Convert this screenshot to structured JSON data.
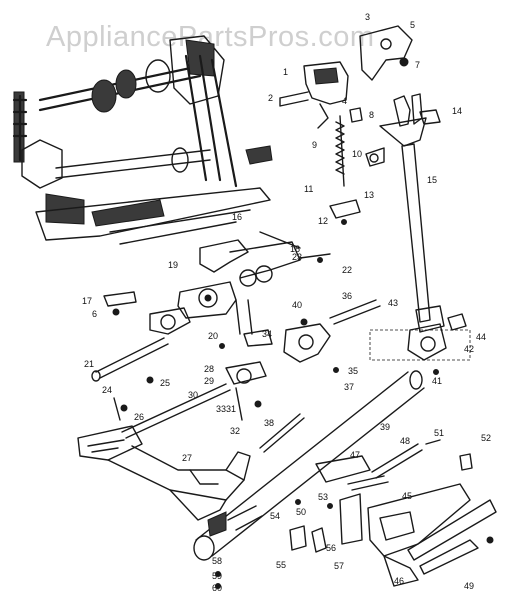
{
  "watermark": "AppliancePartsPros.com",
  "labels": [
    "1",
    "2",
    "3",
    "4",
    "5",
    "6",
    "7",
    "8",
    "9",
    "10",
    "11",
    "12",
    "13",
    "14",
    "15",
    "16",
    "17",
    "18",
    "19",
    "20",
    "21",
    "22",
    "23",
    "24",
    "25",
    "26",
    "27",
    "28",
    "29",
    "30",
    "31",
    "32",
    "33",
    "34",
    "35",
    "36",
    "37",
    "38",
    "39",
    "40",
    "41",
    "42",
    "43",
    "44",
    "45",
    "46",
    "47",
    "48",
    "49",
    "50",
    "51",
    "52",
    "53",
    "54",
    "55",
    "56",
    "57",
    "58",
    "59",
    "60"
  ]
}
